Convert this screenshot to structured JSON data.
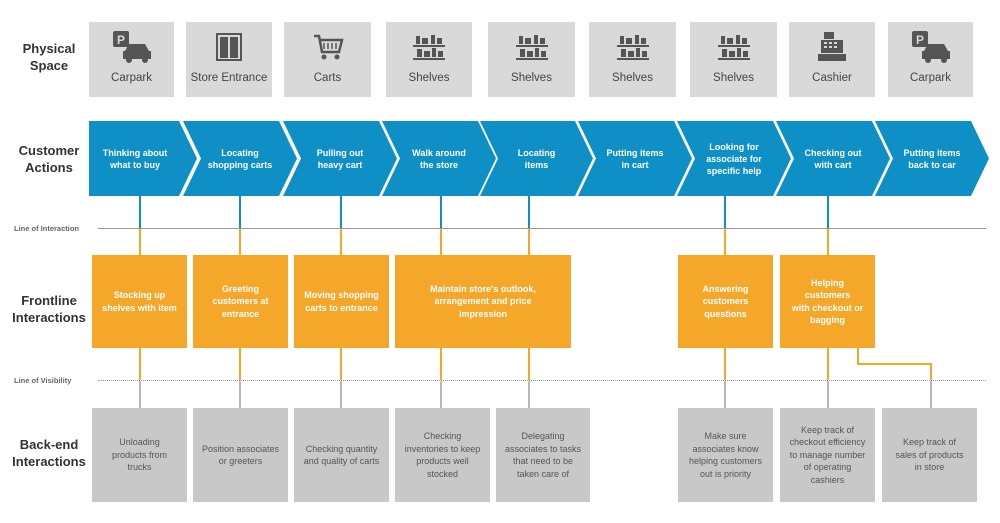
{
  "row_labels": {
    "physical": "Physical\nSpace",
    "customer": "Customer\nActions",
    "frontline": "Frontline\nInteractions",
    "backend": "Back-end\nInteractions"
  },
  "lines": {
    "interaction": "Line of Interaction",
    "visibility": "Line of Visibility"
  },
  "physical_space": [
    {
      "label": "Carpark",
      "icon": "parking-car-icon"
    },
    {
      "label": "Store Entrance",
      "icon": "doors-icon"
    },
    {
      "label": "Carts",
      "icon": "cart-icon"
    },
    {
      "label": "Shelves",
      "icon": "shelves-icon"
    },
    {
      "label": "Shelves",
      "icon": "shelves-icon"
    },
    {
      "label": "Shelves",
      "icon": "shelves-icon"
    },
    {
      "label": "Shelves",
      "icon": "shelves-icon"
    },
    {
      "label": "Cashier",
      "icon": "cash-register-icon"
    },
    {
      "label": "Carpark",
      "icon": "parking-car-icon"
    }
  ],
  "customer_actions": [
    "Thinking about\nwhat to buy",
    "Locating\nshopping carts",
    "Pulling out\nheavy cart",
    "Walk around\nthe store",
    "Locating\nitems",
    "Putting items\nin cart",
    "Looking for\nassociate for\nspecific help",
    "Checking out\nwith cart",
    "Putting items\nback to car"
  ],
  "frontline": [
    "Stocking up\nshelves with item",
    "Greeting\ncustomers at\nentrance",
    "Moving shopping\ncarts to entrance",
    "Maintain store's outlook,\narrangement and price\nimpression",
    "Answering\ncustomers\nquestions",
    "Helping customers\nwith checkout or\nbagging"
  ],
  "backend": [
    "Unloading\nproducts from\ntrucks",
    "Position associates\nor greeters",
    "Checking quantity\nand quality of carts",
    "Checking\ninventories to keep\nproducts well\nstocked",
    "Delegating\nassociates to tasks\nthat need to be\ntaken care of",
    "Make sure\nassociates know\nhelping customers\nout is priority",
    "Keep track of\ncheckout efficiency\nto manage number\nof operating\ncashiers",
    "Keep track of\nsales of products\nin store"
  ],
  "colors": {
    "blue": "#0e8fc6",
    "orange": "#f5a72a",
    "gray_box": "#d9d9d9",
    "back_box": "#c8c8c8"
  }
}
